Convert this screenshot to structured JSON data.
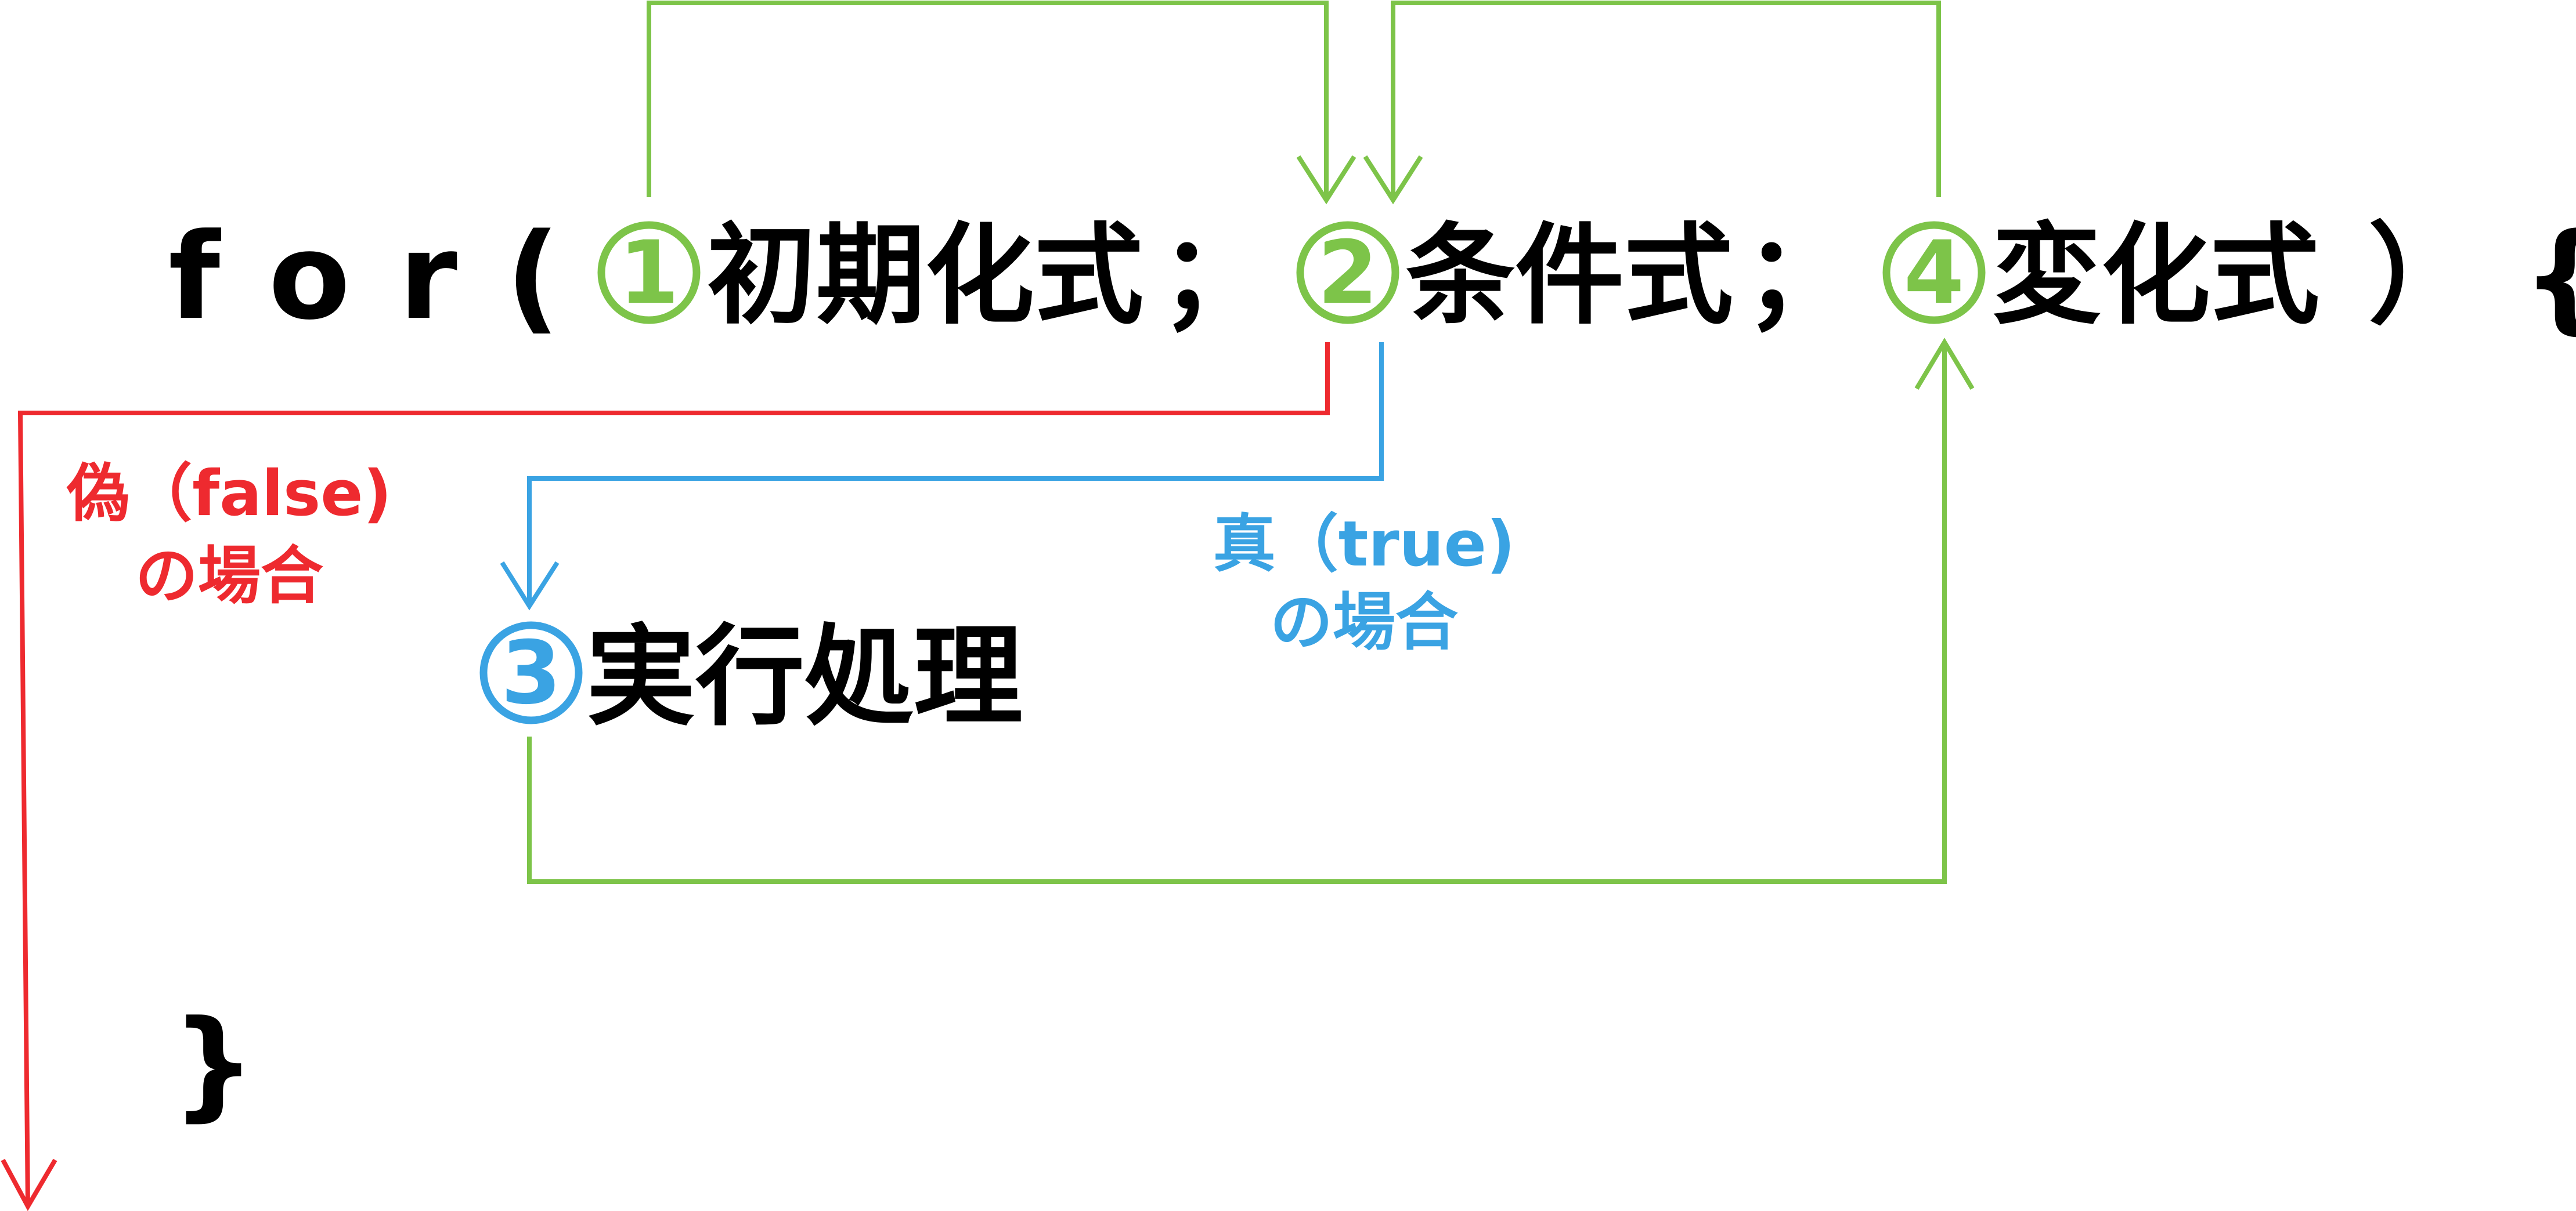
{
  "colors": {
    "text": "#000000",
    "green": "#7dc449",
    "red": "#ee2a2f",
    "blue": "#3aa3e3"
  },
  "code": {
    "for_keyword": "f o r (",
    "semicolon_1": "；",
    "semicolon_2": "；",
    "close_paren": "）",
    "open_brace": "{",
    "close_brace": "}"
  },
  "steps": [
    {
      "number": "1",
      "label": "初期化式"
    },
    {
      "number": "2",
      "label": "条件式"
    },
    {
      "number": "3",
      "label": "実行処理"
    },
    {
      "number": "4",
      "label": "変化式"
    }
  ],
  "branches": {
    "false_line1": "偽（false)",
    "false_line2": "の場合",
    "true_line1": "真（true)",
    "true_line2": "の場合"
  }
}
